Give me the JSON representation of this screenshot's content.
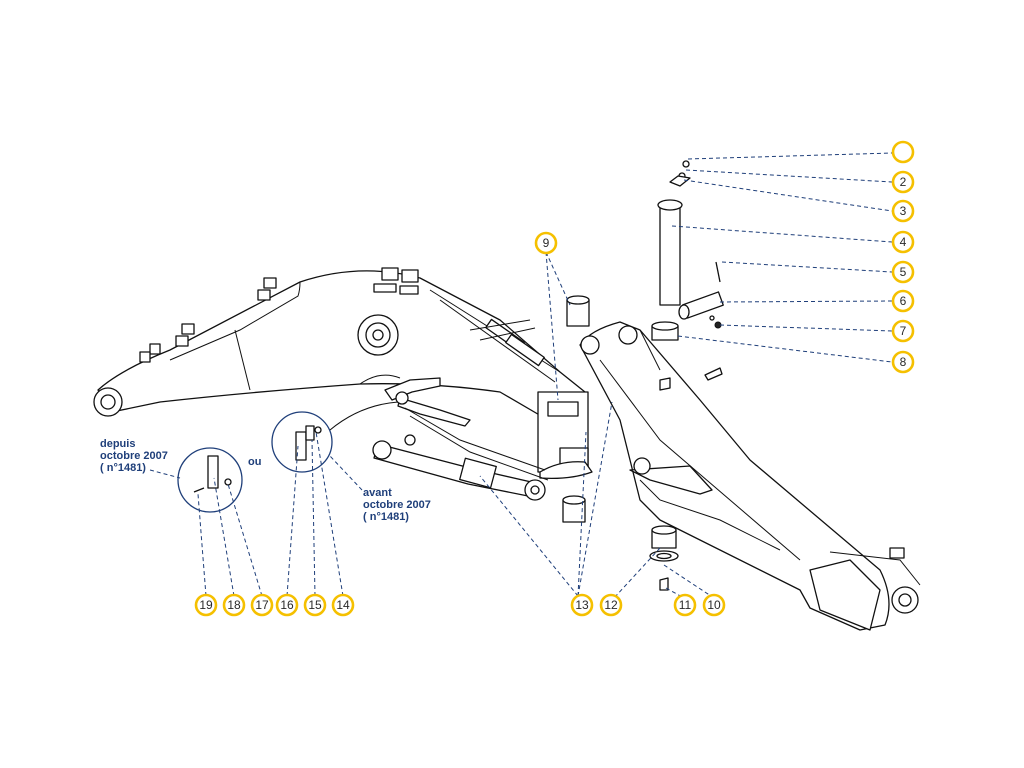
{
  "colors": {
    "callout_fill": "#ffffff",
    "callout_ring": "#f5c000",
    "leader": "#1f3f7a",
    "note_text": "#1f3f7a"
  },
  "callouts": [
    "",
    "2",
    "3",
    "4",
    "5",
    "6",
    "7",
    "8",
    "9",
    "10",
    "11",
    "12",
    "13",
    "14",
    "15",
    "16",
    "17",
    "18",
    "19"
  ],
  "notes": {
    "since_l1": "depuis",
    "since_l2": "octobre 2007",
    "since_l3": "( n°1481)",
    "or": "ou",
    "before_l1": "avant",
    "before_l2": "octobre 2007",
    "before_l3": "( n°1481)"
  }
}
